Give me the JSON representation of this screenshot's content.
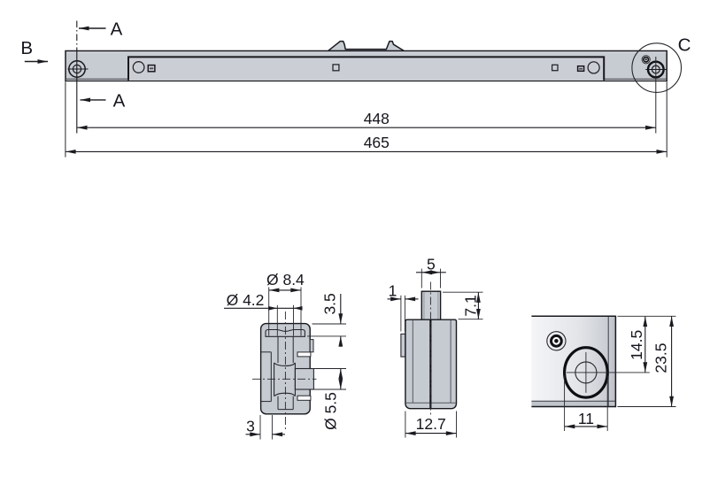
{
  "drawing": {
    "title": "drawer-slide-technical-drawing",
    "colors": {
      "background": "#ffffff",
      "line": "#1a1b20",
      "thin_line": "#26272c",
      "metal_gray": "#c7cbd2",
      "metal_gray_light": "#cbced5",
      "lip_gray": "#c0c4cb",
      "plate_light": "#f2f3f6",
      "plate_shade": "#c6cad1",
      "text": "#15161d"
    },
    "top_view": {
      "section_arrow_top_label": "A",
      "section_arrow_bottom_label": "A",
      "view_direction_label": "B",
      "detail_circle_label": "C",
      "dim_hole_spacing": "448",
      "dim_overall_length": "465"
    },
    "section_view": {
      "dim_head_diameter": "Ø 8.4",
      "dim_shank_diameter": "Ø 4.2",
      "dim_head_depth": "3.5",
      "dim_roller_bore": "Ø 5.5",
      "dim_offset": "3"
    },
    "side_view": {
      "dim_stud_width": "5",
      "dim_tab_thickness": "1",
      "dim_stud_height": "7.1",
      "dim_body_width": "12.7"
    },
    "detail_view": {
      "dim_hole_center_offset": "14.5",
      "dim_rail_height": "23.5",
      "dim_hole_width": "11"
    }
  }
}
